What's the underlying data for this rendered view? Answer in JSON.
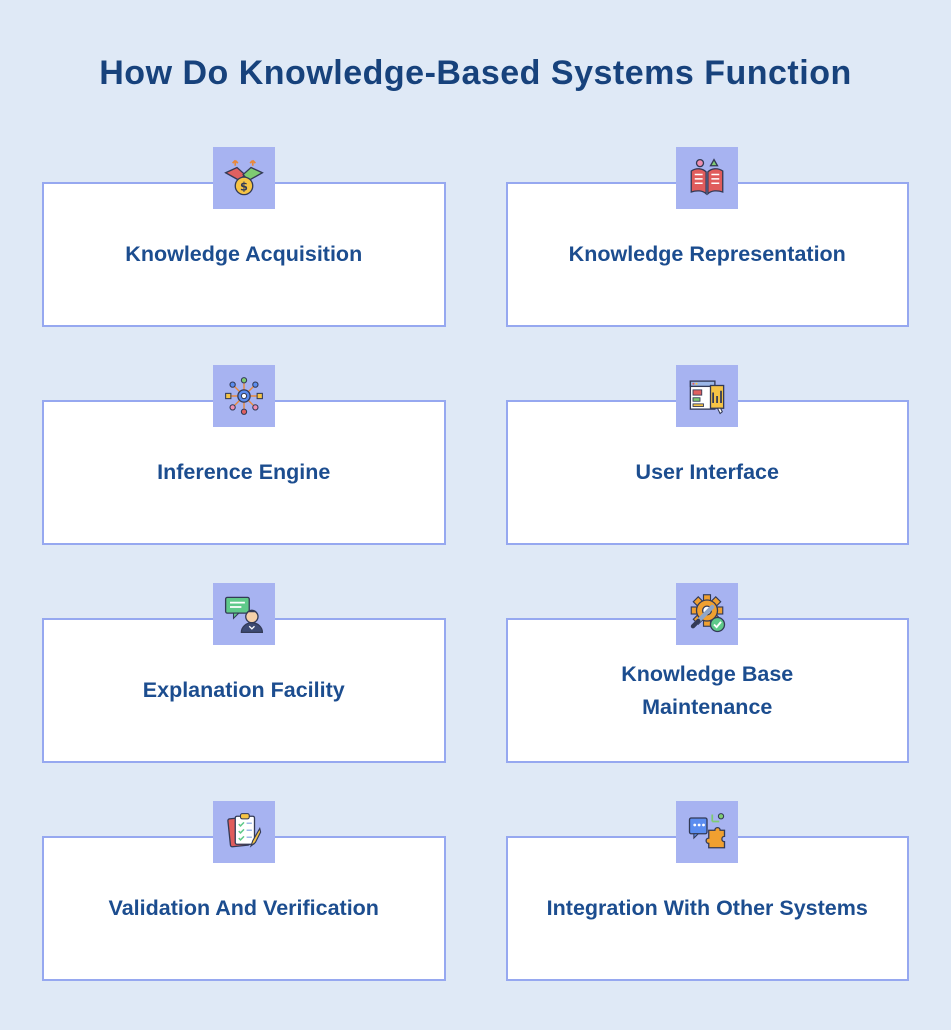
{
  "page": {
    "title": "How Do Knowledge-Based Systems Function"
  },
  "palette": {
    "background": "#dfe9f6",
    "badge": "#a7b3f1",
    "card_border": "#96a8f0",
    "card_background": "#ffffff",
    "title_color": "#17427c",
    "label_color": "#1c4d8f"
  },
  "cards": [
    {
      "label": "Knowledge Acquisition",
      "icon": "handshake-money-icon"
    },
    {
      "label": "Knowledge Representation",
      "icon": "open-book-icon"
    },
    {
      "label": "Inference Engine",
      "icon": "network-hub-icon"
    },
    {
      "label": "User Interface",
      "icon": "interface-window-icon"
    },
    {
      "label": "Explanation Facility",
      "icon": "person-speech-bubble-icon"
    },
    {
      "label": "Knowledge Base\nMaintenance",
      "icon": "gear-wrench-icon"
    },
    {
      "label": "Validation And Verification",
      "icon": "clipboard-check-icon"
    },
    {
      "label": "Integration With Other Systems",
      "icon": "puzzle-chat-icon"
    }
  ]
}
